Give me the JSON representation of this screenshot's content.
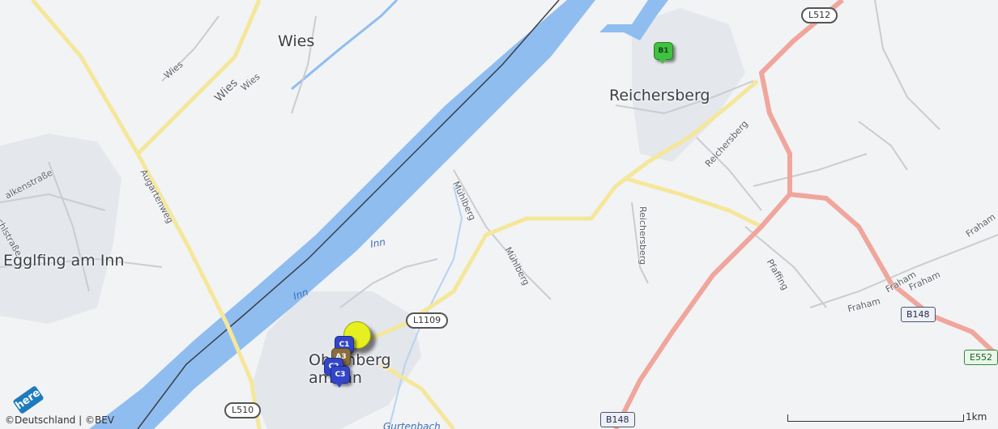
{
  "map": {
    "places": {
      "wies": "Wies",
      "reichersberg": "Reichersberg",
      "egglfing": "Egglfing am Inn",
      "obernberg": "Obernberg am Inn"
    },
    "streets": {
      "wies_1": "Wies",
      "wies_2": "Wies",
      "wies_3": "Wies",
      "augartenweg": "Augartenweg",
      "falkenstrasse": "alkenstraße",
      "chlstrasse": "chlstraße",
      "muhlberg_1": "Mühlberg",
      "muhlberg_2": "Mühlberg",
      "reichersberg_1": "Reichersberg",
      "reichersberg_2": "Reichersberg",
      "pfaffing": "Pfaffing",
      "fraham_1": "Fraham",
      "fraham_2": "Fraham",
      "fraham_3": "Fraham",
      "fraham_4": "Fraham"
    },
    "water": {
      "inn_1": "Inn",
      "inn_2": "Inn",
      "gurtenbach": "Gurtenbach"
    },
    "shields": {
      "l512": "L512",
      "l1109": "L1109",
      "l510": "L510",
      "b148_1": "B148",
      "b148_2": "B148",
      "e552": "E552"
    },
    "markers": {
      "b1": "B1",
      "c1": "C1",
      "a3": "A3",
      "c2": "C2",
      "c3": "C3"
    },
    "copyright": "©Deutschland | ©BEV",
    "scale_label": "1km",
    "logo_text": "here",
    "colors": {
      "land": "#f2f3f5",
      "river": "#8fbdf0",
      "highway": "#f0a69c",
      "major_road": "#f5e79a",
      "minor_road": "#c9ccd1",
      "urban": "#e3e6ea",
      "marker_green": "#3fc23f",
      "marker_blue": "#3346c9",
      "marker_brown": "#8a6d3d",
      "marker_yellow": "#e6f020"
    }
  }
}
